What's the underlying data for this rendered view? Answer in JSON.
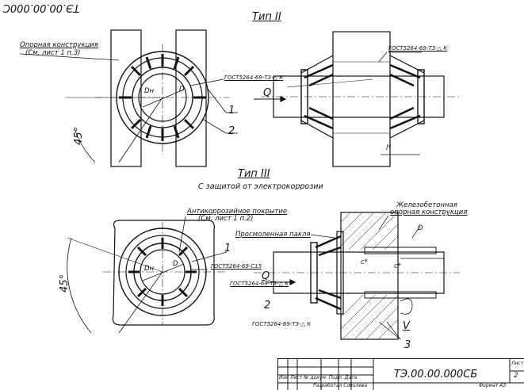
{
  "stamp": "ТЭ.00.00.000С",
  "type2": {
    "title": "Тип II"
  },
  "type3": {
    "title": "Тип III",
    "subtitle": "С защитой от электрокоррозии"
  },
  "labels": {
    "support": "Опорная конструкция",
    "support_ref": "(См. лист 1 п.3)",
    "gost_k": "ГОСТ5264-69-Т3-△ К",
    "gost_k2": "ГОСТ5264-69-Т3-△ К",
    "gost_c15": "ГОСТ5264-69-С15",
    "gost_k3": "ГОСТ5264-69-Т3-△ К",
    "gost_k4": "ГОСТ5264-69-Т3-△ К",
    "anticorr": "Антикоррозийное покрытие",
    "anticorr_ref": "(См. лист 1 п.2)",
    "tow": "Просмоленная пакля",
    "concrete1": "Железобетонная",
    "concrete2": "опорная конструкция",
    "dn": "Dн",
    "d": "D",
    "q": "Q",
    "angle1": "45°",
    "angle2": "45°",
    "n1": "1",
    "n2": "2",
    "n3": "3",
    "l": "l*",
    "c": "c*",
    "v": "V",
    "dv": "D"
  },
  "titleblock": {
    "code": "ТЭ.00.00.000СБ",
    "sheet_label": "Лист",
    "sheet": "2",
    "cols": "Изм Лист № докум. Подп. Дата",
    "dev": "Разработал  Соболева",
    "fmt": "Формат А3"
  }
}
